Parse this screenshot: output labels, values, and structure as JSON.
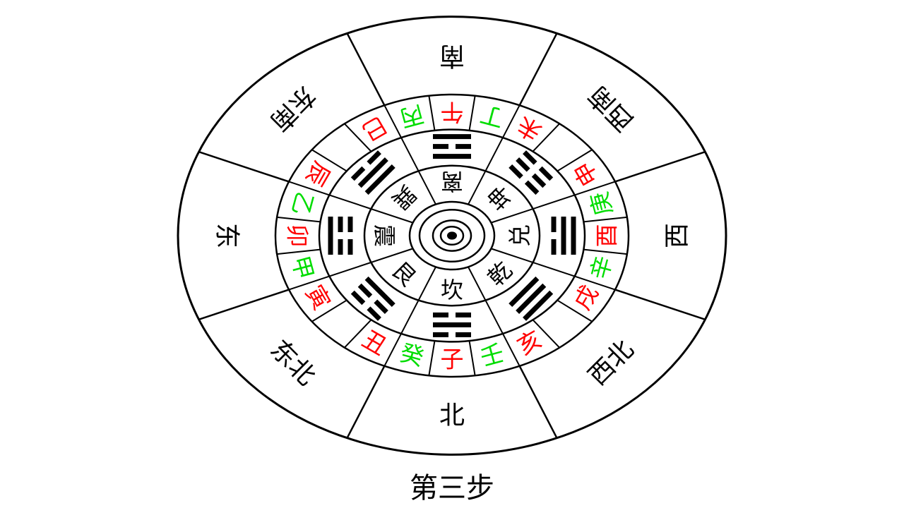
{
  "caption": "第三步",
  "colors": {
    "red": "#ff0000",
    "green": "#00dd00",
    "black": "#000000",
    "line": "#000000"
  },
  "directions": [
    {
      "label": "南",
      "angle": 0
    },
    {
      "label": "西南",
      "angle": 45
    },
    {
      "label": "西",
      "angle": 90
    },
    {
      "label": "西北",
      "angle": 135
    },
    {
      "label": "北",
      "angle": 180
    },
    {
      "label": "东北",
      "angle": 225
    },
    {
      "label": "东",
      "angle": 270
    },
    {
      "label": "东南",
      "angle": 315
    }
  ],
  "mountains": [
    {
      "label": "丙",
      "color": "green"
    },
    {
      "label": "午",
      "color": "red"
    },
    {
      "label": "丁",
      "color": "green"
    },
    {
      "label": "未",
      "color": "red"
    },
    {
      "label": "",
      "color": "black"
    },
    {
      "label": "申",
      "color": "red"
    },
    {
      "label": "庚",
      "color": "green"
    },
    {
      "label": "酉",
      "color": "red"
    },
    {
      "label": "辛",
      "color": "green"
    },
    {
      "label": "戌",
      "color": "red"
    },
    {
      "label": "",
      "color": "black"
    },
    {
      "label": "亥",
      "color": "red"
    },
    {
      "label": "壬",
      "color": "green"
    },
    {
      "label": "子",
      "color": "red"
    },
    {
      "label": "癸",
      "color": "green"
    },
    {
      "label": "丑",
      "color": "red"
    },
    {
      "label": "",
      "color": "black"
    },
    {
      "label": "寅",
      "color": "red"
    },
    {
      "label": "甲",
      "color": "green"
    },
    {
      "label": "卯",
      "color": "red"
    },
    {
      "label": "乙",
      "color": "green"
    },
    {
      "label": "辰",
      "color": "red"
    },
    {
      "label": "",
      "color": "black"
    },
    {
      "label": "巳",
      "color": "red"
    }
  ],
  "trigrams": [
    {
      "name": "离",
      "angle": 0,
      "lines": [
        1,
        0,
        1
      ]
    },
    {
      "name": "坤",
      "angle": 45,
      "lines": [
        0,
        0,
        0
      ]
    },
    {
      "name": "兑",
      "angle": 90,
      "lines": [
        0,
        1,
        1
      ]
    },
    {
      "name": "乾",
      "angle": 135,
      "lines": [
        1,
        1,
        1
      ]
    },
    {
      "name": "坎",
      "angle": 180,
      "lines": [
        0,
        1,
        0
      ]
    },
    {
      "name": "艮",
      "angle": 225,
      "lines": [
        1,
        0,
        0
      ]
    },
    {
      "name": "震",
      "angle": 270,
      "lines": [
        0,
        0,
        1
      ]
    },
    {
      "name": "巽",
      "angle": 315,
      "lines": [
        1,
        1,
        0
      ]
    }
  ]
}
